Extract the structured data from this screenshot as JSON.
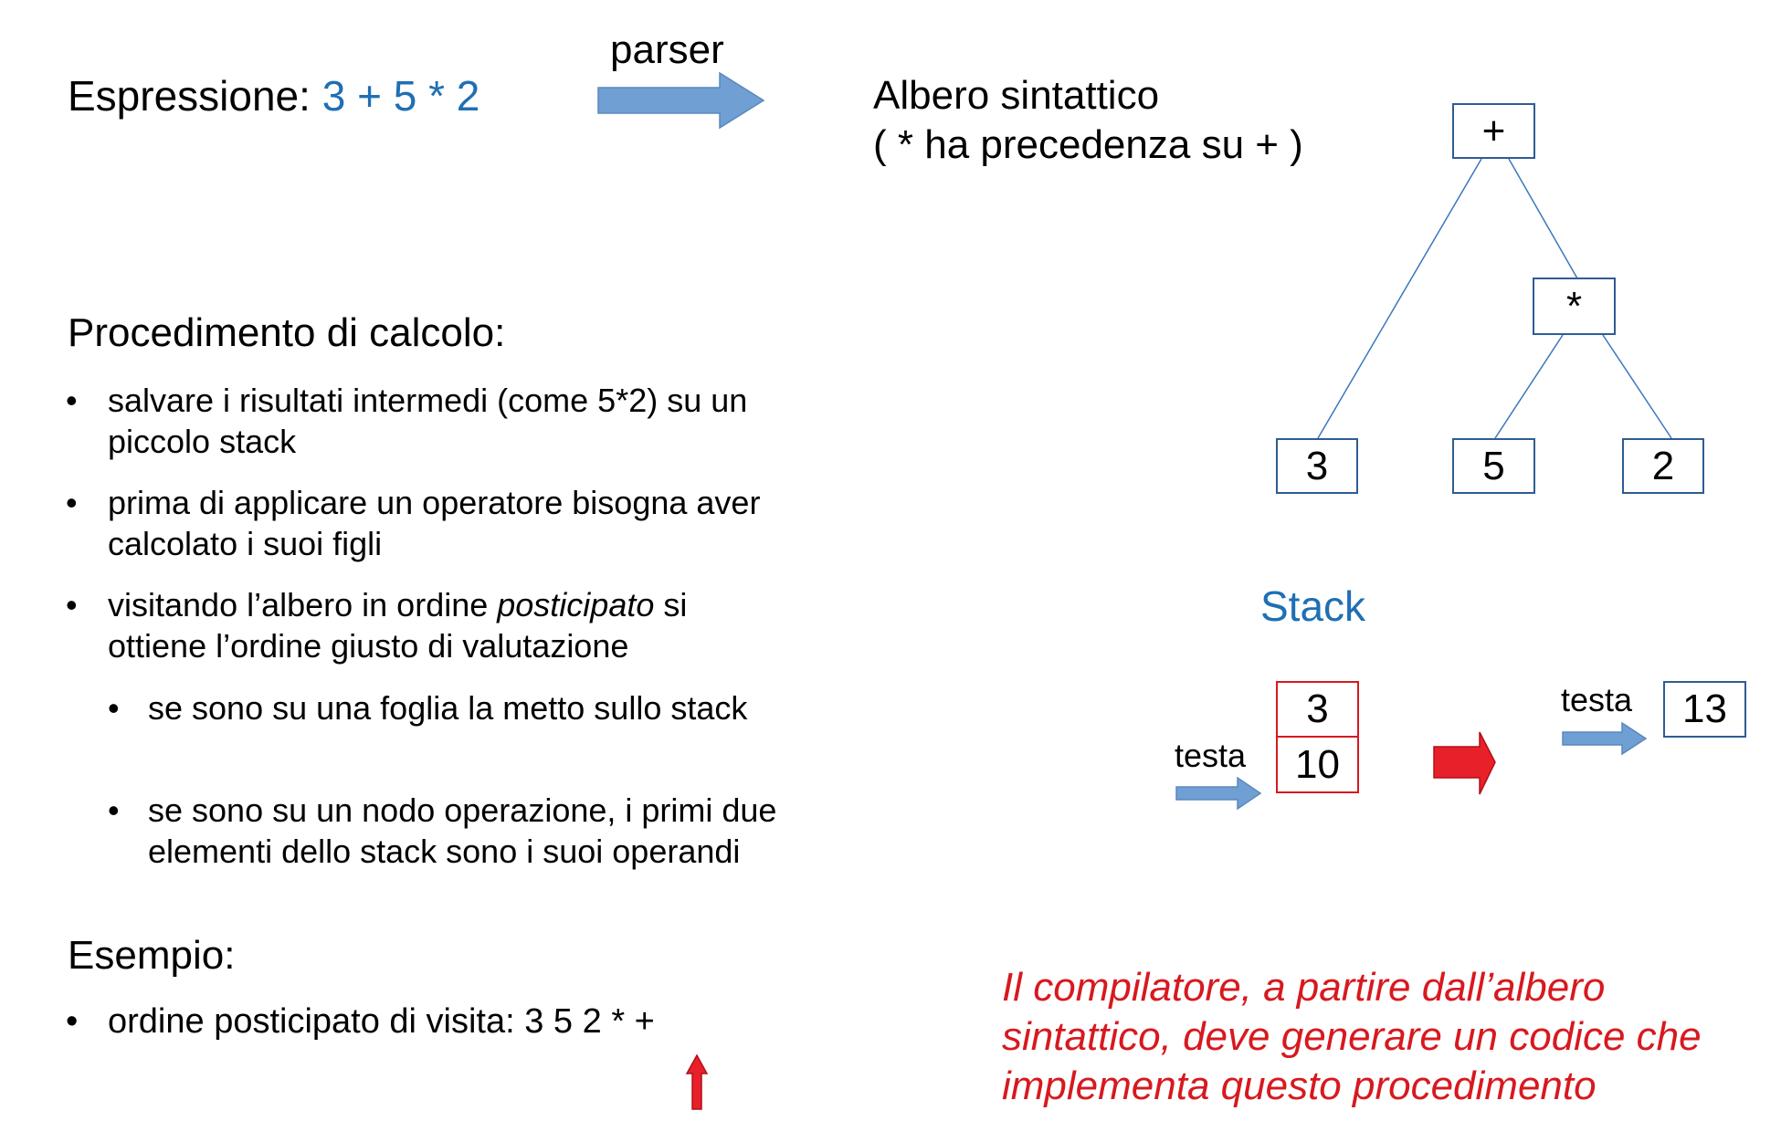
{
  "header": {
    "expression_label": "Espressione: ",
    "expression_value": "3 + 5 * 2",
    "arrow_label": "parser"
  },
  "tree": {
    "title_line1": "Albero sintattico",
    "title_line2": "( * ha precedenza su + )",
    "root": "+",
    "mult": "*",
    "leaf1": "3",
    "leaf2": "5",
    "leaf3": "2"
  },
  "procedure": {
    "title": "Procedimento di calcolo:",
    "bullets": [
      "salvare i risultati intermedi (come 5*2) su un piccolo stack",
      "prima di applicare un operatore bisogna aver calcolato i suoi figli",
      "visitando l’albero in ordine ",
      "posticipato",
      " si ottiene l’ordine giusto di valutazione"
    ],
    "sub_bullets": [
      "se sono su una foglia la metto sullo stack",
      "se sono su un nodo operazione, i primi due elementi dello stack sono i suoi operandi"
    ],
    "bullet_char": "•"
  },
  "example": {
    "title": "Esempio:",
    "item": "ordine posticipato di visita: 3 5 2 * +"
  },
  "stack": {
    "title": "Stack",
    "head_label_left": "testa",
    "cells_before": [
      "3",
      "10"
    ],
    "head_label_right": "testa",
    "cell_after": "13"
  },
  "note": {
    "line1": "Il compilatore, a partire dall’albero",
    "line2": "sintattico, deve generare un codice che",
    "line3": "implementa questo procedimento"
  },
  "colors": {
    "blue_text": "#1f6fb4",
    "arrow_blue": "#6f9fd3",
    "box_border": "#2f5c93",
    "red": "#d7191f"
  }
}
